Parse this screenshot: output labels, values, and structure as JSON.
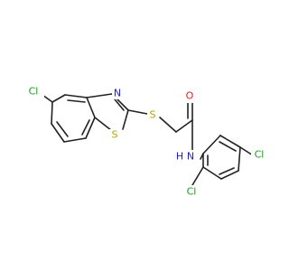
{
  "colors": {
    "bond": "#222222",
    "Cl": "#1a9e1a",
    "S": "#b8a000",
    "N": "#1f1fd0",
    "O": "#e02020"
  },
  "atoms": {
    "cl_left": "Cl",
    "n_thiazole": "N",
    "s_thiazole": "S",
    "s_thioether": "S",
    "o_carbonyl": "O",
    "n_amide": "N",
    "h_amide": "H",
    "cl_para": "Cl",
    "cl_ortho": "Cl"
  }
}
